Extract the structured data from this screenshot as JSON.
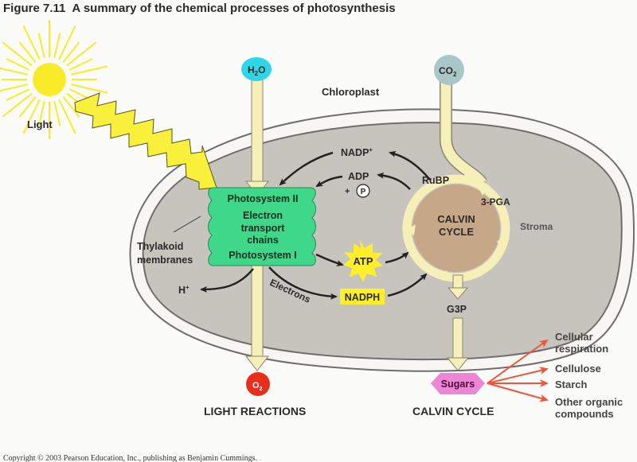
{
  "figure": {
    "number": "Figure 7.11",
    "title": "A summary of the chemical processes of photosynthesis"
  },
  "labels": {
    "light": "Light",
    "chloroplast": "Chloroplast",
    "stroma": "Stroma",
    "thylakoid_line1": "Thylakoid",
    "thylakoid_line2": "membranes",
    "h2o_main": "H",
    "h2o_sub": "2",
    "h2o_end": "O",
    "co2_main": "CO",
    "co2_sub": "2",
    "o2_main": "O",
    "o2_sub": "2",
    "nadp_plus": "NADP",
    "nadp_plus_sup": "+",
    "adp": "ADP",
    "plus": "+",
    "phosphate": "P",
    "rubp": "RuBP",
    "pga": "3-PGA",
    "calvin_line1": "CALVIN",
    "calvin_line2": "CYCLE",
    "g3p": "G3P",
    "atp": "ATP",
    "nadph": "NADPH",
    "electrons": "Electrons",
    "h_plus": "H",
    "h_plus_sup": "+",
    "sugars": "Sugars",
    "light_reactions": "LIGHT REACTIONS",
    "calvin_cycle_caption": "CALVIN CYCLE"
  },
  "thylakoid_box": {
    "lines": [
      "Photosystem II",
      "Electron",
      "transport",
      "chains",
      "Photosystem I"
    ]
  },
  "sugar_products": [
    {
      "line1": "Cellular",
      "line2": "respiration"
    },
    {
      "line1": "Cellulose",
      "line2": ""
    },
    {
      "line1": "Starch",
      "line2": ""
    },
    {
      "line1": "Other organic",
      "line2": "compounds"
    }
  ],
  "copyright": "Copyright © 2003 Pearson Education, Inc., publishing as Benjamin Cummings.",
  "colors": {
    "sun": "#f8ec2a",
    "chloroplast_fill": "#c7c4bd",
    "thylakoid_green": "#3fd88a",
    "h2o_cyan": "#2fd6ea",
    "co2_teal": "#a9c7c8",
    "o2_red": "#ea2e1c",
    "calvin_brown": "#c6a787",
    "flow_cream": "#f6efb8",
    "atp_yellow": "#ffef2a",
    "sugar_pink": "#ee86d8",
    "product_arrow": "#f0553a"
  }
}
